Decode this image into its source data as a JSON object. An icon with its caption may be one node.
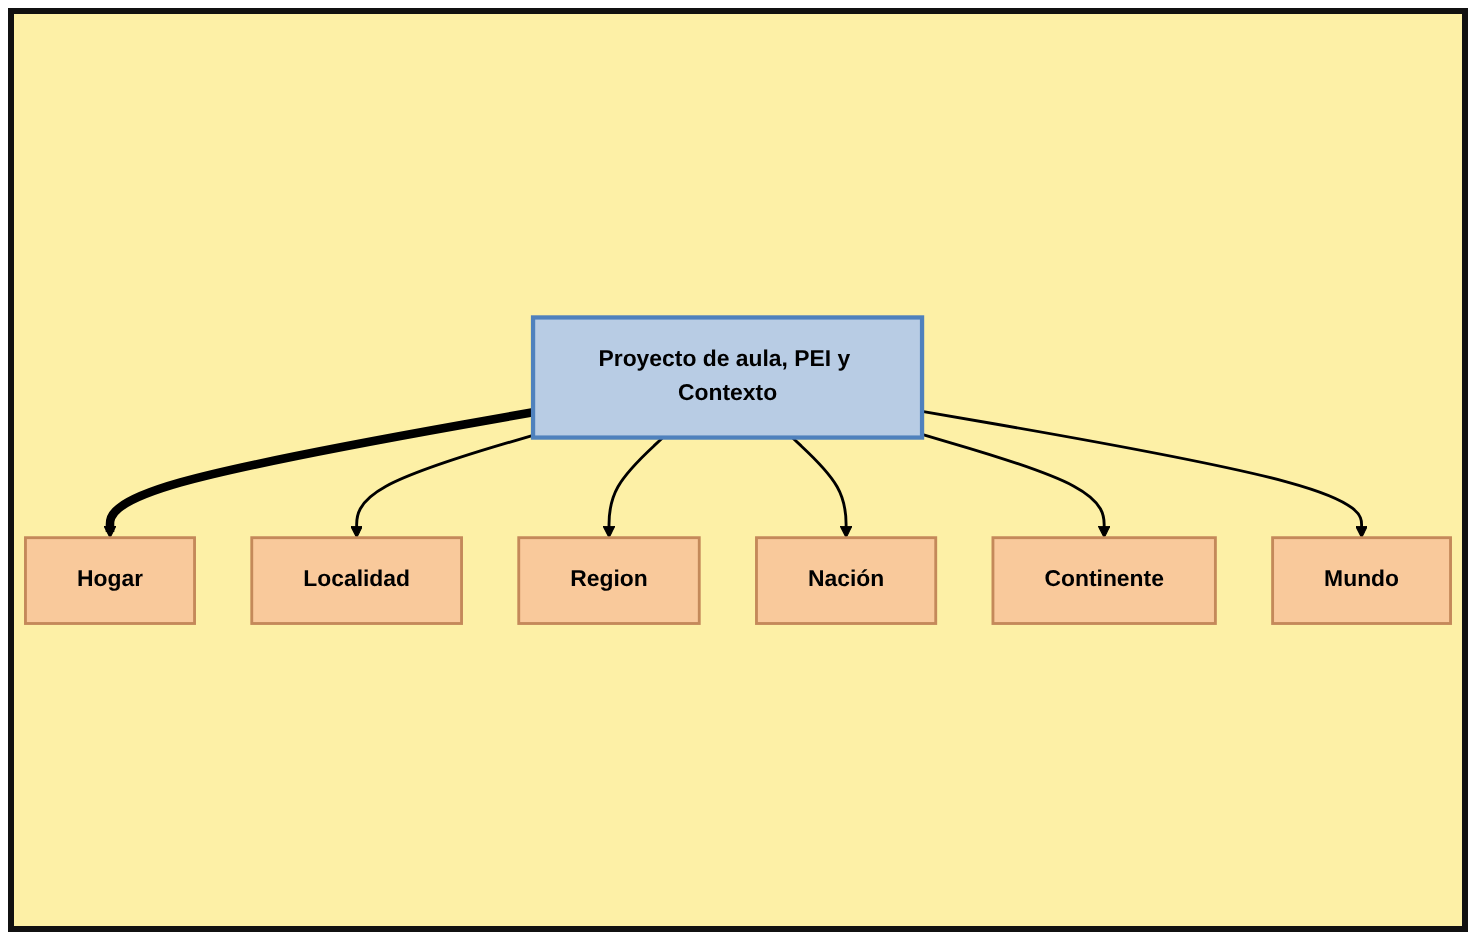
{
  "diagram": {
    "nodes": [
      {
        "text": [
          "Proyecto de aula, PEI y Contexto"
        ]
      },
      {
        "text": [
          "Hogar"
        ]
      },
      {
        "text": [
          "Localidad"
        ]
      },
      {
        "text": [
          "Region"
        ]
      },
      {
        "text": [
          "Nación"
        ]
      },
      {
        "text": [
          "Continente"
        ]
      },
      {
        "text": [
          "Mundo"
        ]
      }
    ],
    "edges": [
      {
        "from": 0,
        "to": 1,
        "arrow": "to",
        "style": "thick"
      },
      {
        "from": 0,
        "to": 2,
        "arrow": "to"
      },
      {
        "from": 0,
        "to": 3,
        "arrow": "to"
      },
      {
        "from": 0,
        "to": 4,
        "arrow": "to"
      },
      {
        "from": 0,
        "to": 5,
        "arrow": "to"
      },
      {
        "from": 0,
        "to": 6,
        "arrow": "to"
      }
    ]
  }
}
